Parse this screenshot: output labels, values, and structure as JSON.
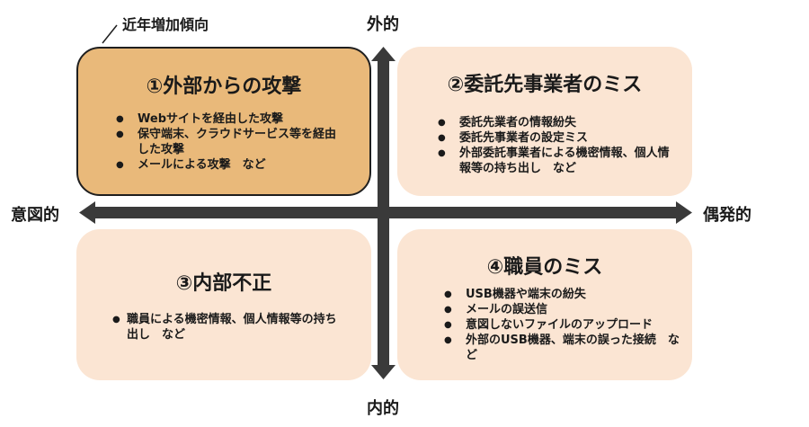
{
  "callout": {
    "label": "近年増加傾向"
  },
  "axes": {
    "top": "外的",
    "bottom": "内的",
    "left": "意図的",
    "right": "偶発的",
    "color": "#3a3a3a"
  },
  "colors": {
    "highlight_fill": "#e9b97a",
    "quadrant_fill": "#fbe5d3"
  },
  "quadrants": [
    {
      "title": "①外部からの攻撃",
      "highlighted": true,
      "items": [
        "Webサイトを経由した攻撃",
        "保守端末、クラウドサービス等を経由した攻撃",
        "メールによる攻撃　など"
      ]
    },
    {
      "title": "②委託先事業者のミス",
      "highlighted": false,
      "items": [
        "委託先業者の情報紛失",
        "委託先事業者の設定ミス",
        "外部委託事業者による機密情報、個人情報等の持ち出し　など"
      ]
    },
    {
      "title": "③内部不正",
      "highlighted": false,
      "items": [
        "職員による機密情報、個人情報等の持ち出し　など"
      ]
    },
    {
      "title": "④職員のミス",
      "highlighted": false,
      "items": [
        "USB機器や端末の紛失",
        "メールの誤送信",
        "意図しないファイルのアップロード",
        "外部のUSB機器、端末の誤った接続　など"
      ]
    }
  ]
}
